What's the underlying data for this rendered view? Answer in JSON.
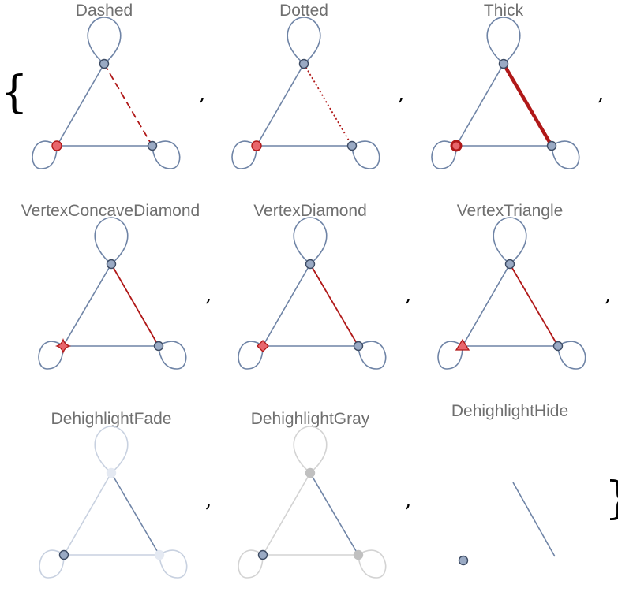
{
  "output_list": {
    "open_brace": "{",
    "close_brace": "}",
    "separator": ",",
    "panels": [
      {
        "title": "Dashed",
        "highlight": "dashed-edge"
      },
      {
        "title": "Dotted",
        "highlight": "dotted-edge"
      },
      {
        "title": "Thick",
        "highlight": "thick-edge"
      },
      {
        "title": "VertexConcaveDiamond",
        "highlight": "concave-diamond-vertex"
      },
      {
        "title": "VertexDiamond",
        "highlight": "diamond-vertex"
      },
      {
        "title": "VertexTriangle",
        "highlight": "triangle-vertex"
      },
      {
        "title": "DehighlightFade",
        "highlight": "fade-others"
      },
      {
        "title": "DehighlightGray",
        "highlight": "gray-others"
      },
      {
        "title": "DehighlightHide",
        "highlight": "hide-others"
      }
    ]
  },
  "colors": {
    "edge": "#6f84a6",
    "vertex_fill": "#9aaac4",
    "vertex_stroke": "#3d4b63",
    "highlight": "#b01818",
    "highlight_vertex_fill": "#e8666c",
    "title": "#6f6f6f",
    "faded_edge": "#c8d1e0",
    "faded_vertex": "#e4e9f2",
    "gray_edge": "#d3d3d3",
    "gray_vertex": "#c0c0c0"
  }
}
